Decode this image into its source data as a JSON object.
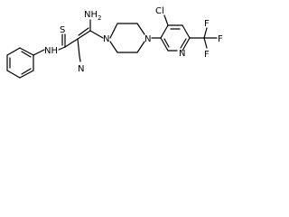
{
  "molecule": {
    "atoms": {
      "s": "S",
      "nh_amide": "NH",
      "nh2": "NH2",
      "n_piperazine_1": "N",
      "n_piperazine_4": "N",
      "cl": "Cl",
      "n_pyridine": "N",
      "cn_n": "N",
      "f_top": "F",
      "f_right": "F",
      "f_bottom": "F"
    },
    "nitrile_label": "CN"
  }
}
